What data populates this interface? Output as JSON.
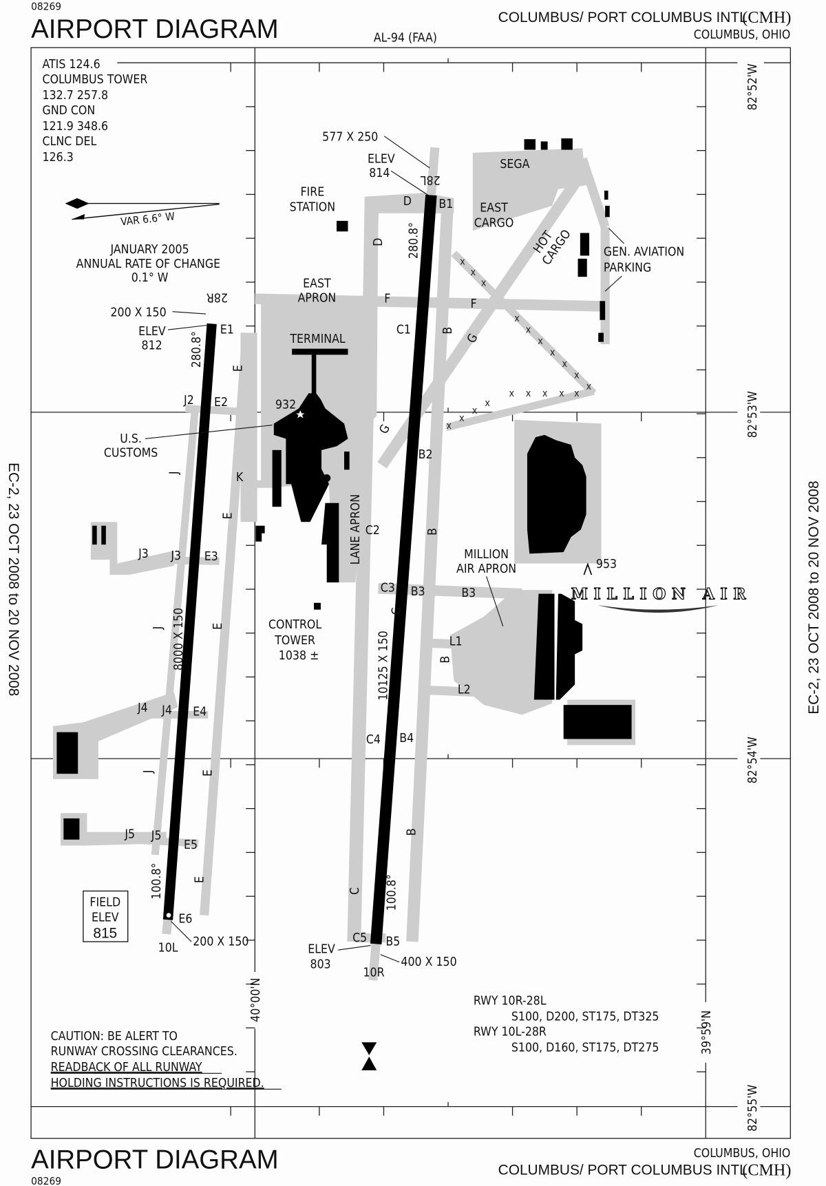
{
  "header": {
    "chart_number": "08269",
    "title": "AIRPORT DIAGRAM",
    "chart_id": "AL-94 (FAA)",
    "airport_name": "COLUMBUS/ PORT COLUMBUS INTL",
    "airport_code": "(CMH)",
    "city_state": "COLUMBUS, OHIO"
  },
  "footer": {
    "chart_number": "08269",
    "title": "AIRPORT DIAGRAM",
    "airport_name": "COLUMBUS/ PORT COLUMBUS INTL",
    "airport_code": "(CMH)",
    "city_state": "COLUMBUS, OHIO"
  },
  "effective_dates": "EC-2, 23 OCT 2008 to 20 NOV 2008",
  "frequencies": [
    "ATIS 124.6",
    "COLUMBUS TOWER",
    "132.7 257.8",
    "GND CON",
    "121.9 348.6",
    "CLNC DEL",
    "126.3"
  ],
  "variation": {
    "label": "VAR 6.6° W",
    "lines": [
      "JANUARY 2005",
      "ANNUAL RATE OF CHANGE",
      "0.1° W"
    ]
  },
  "coordinates": {
    "lon_1": "82°52'W",
    "lon_2": "82°53'W",
    "lon_3": "82°54'W",
    "lon_4": "82°55'W",
    "lat_1": "40°00'N",
    "lat_2": "39°59'N"
  },
  "runways": {
    "r28l": {
      "id": "28L",
      "dims": "577 X 250",
      "elev_label": "ELEV",
      "elev": "814",
      "heading": "280.8°"
    },
    "r10r": {
      "id": "10R",
      "dims": "400 X 150",
      "elev_label": "ELEV",
      "elev": "803",
      "heading": "100.8°",
      "length": "10125 X 150"
    },
    "r28r": {
      "id": "28R",
      "dims": "200 X 150",
      "elev_label": "ELEV",
      "elev": "812",
      "heading": "280.8°"
    },
    "r10l": {
      "id": "10L",
      "dims": "200 X 150",
      "heading": "100.8°",
      "length": "8000 X 150"
    }
  },
  "field_elev": {
    "line1": "FIELD",
    "line2": "ELEV",
    "value": "815"
  },
  "places": {
    "fire_station": [
      "FIRE",
      "STATION"
    ],
    "sega": "SEGA",
    "east_cargo": [
      "EAST",
      "CARGO"
    ],
    "hot_cargo": [
      "HOT",
      "CARGO"
    ],
    "gen_aviation": [
      "GEN. AVIATION",
      "PARKING"
    ],
    "east_apron": [
      "EAST",
      "APRON"
    ],
    "terminal": "TERMINAL",
    "customs": [
      "U.S.",
      "CUSTOMS"
    ],
    "lane_apron": "LANE APRON",
    "million_air_apron": [
      "MILLION",
      "AIR APRON"
    ],
    "control_tower": [
      "CONTROL",
      "TOWER",
      "1038 ±"
    ],
    "obstacle_932": "932",
    "obstacle_953": "953",
    "million_air_logo": "MILLION AIR"
  },
  "taxiways": {
    "D1": "D",
    "B1": "B1",
    "D2": "D",
    "F1": "F",
    "F2": "F",
    "C1": "C1",
    "B_a": "B",
    "G1": "G",
    "E1": "E1",
    "E_a": "E",
    "J2": "J2",
    "E2": "E2",
    "G2": "G",
    "B2": "B2",
    "K": "K",
    "J_a": "J",
    "E_b": "E",
    "J3a": "J3",
    "J3b": "J3",
    "E3": "E3",
    "C2": "C2",
    "B_b": "B",
    "C3": "C3",
    "B3a": "B3",
    "B3b": "B3",
    "C_a": "C",
    "L1": "L1",
    "J_b": "J",
    "E_c": "E",
    "B_c": "B",
    "L2": "L2",
    "J4a": "J4",
    "J4b": "J4",
    "E4": "E4",
    "C4": "C4",
    "B4": "B4",
    "J_c": "J",
    "E_d": "E",
    "B_d": "B",
    "J5a": "J5",
    "J5b": "J5",
    "E5": "E5",
    "E_e": "E",
    "C_b": "C",
    "E6": "E6",
    "C5": "C5",
    "B5": "B5"
  },
  "closed_marker": "x",
  "pavement": {
    "lines": [
      "RWY 10R-28L",
      "S100, D200, ST175, DT325",
      "RWY 10L-28R",
      "S100, D160, ST175, DT275"
    ]
  },
  "caution": [
    "CAUTION: BE ALERT TO",
    "RUNWAY CROSSING CLEARANCES.",
    "READBACK OF ALL RUNWAY",
    "HOLDING INSTRUCTIONS IS REQUIRED."
  ],
  "colors": {
    "pavement": "#cdcdcd",
    "runway": "#000000",
    "building": "#000000"
  }
}
